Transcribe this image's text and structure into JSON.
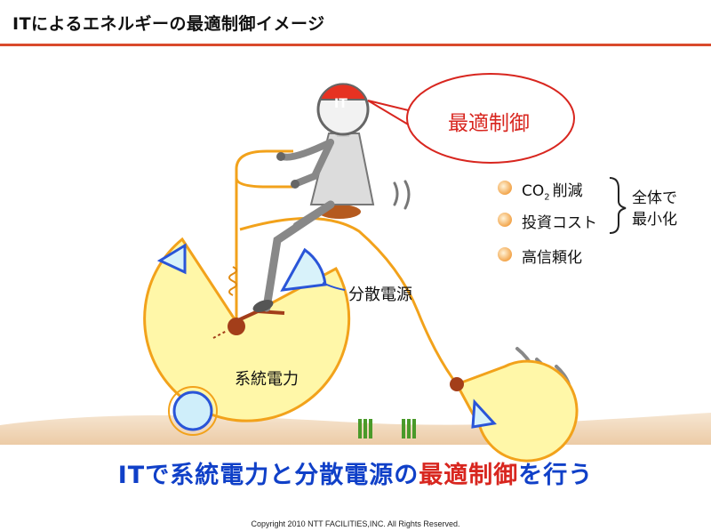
{
  "title": "ITによるエネルギーの最適制御イメージ",
  "bubble": {
    "text": "最適制御"
  },
  "head_label": "IT",
  "objectives": {
    "items": [
      {
        "label": "CO",
        "sub": "2",
        "suffix": "削減"
      },
      {
        "label": "投資コスト"
      },
      {
        "label": "高信頼化"
      }
    ],
    "bracket_label_line1": "全体で",
    "bracket_label_line2": "最小化"
  },
  "labels": {
    "distributed_power": "分散電源",
    "grid_power": "系統電力"
  },
  "headline": {
    "part1": "ITで系統電力と分散電源の",
    "highlight": "最適制御",
    "part2": "を行う"
  },
  "copyright": "Copyright 2010 NTT FACILITIES,INC. All Rights Reserved.",
  "colors": {
    "accent_red": "#d8261f",
    "headline_blue": "#1040c8",
    "wheel_fill": "#fff7a8",
    "wheel_stroke": "#f2a21b",
    "ground": "#f3dcc0"
  }
}
